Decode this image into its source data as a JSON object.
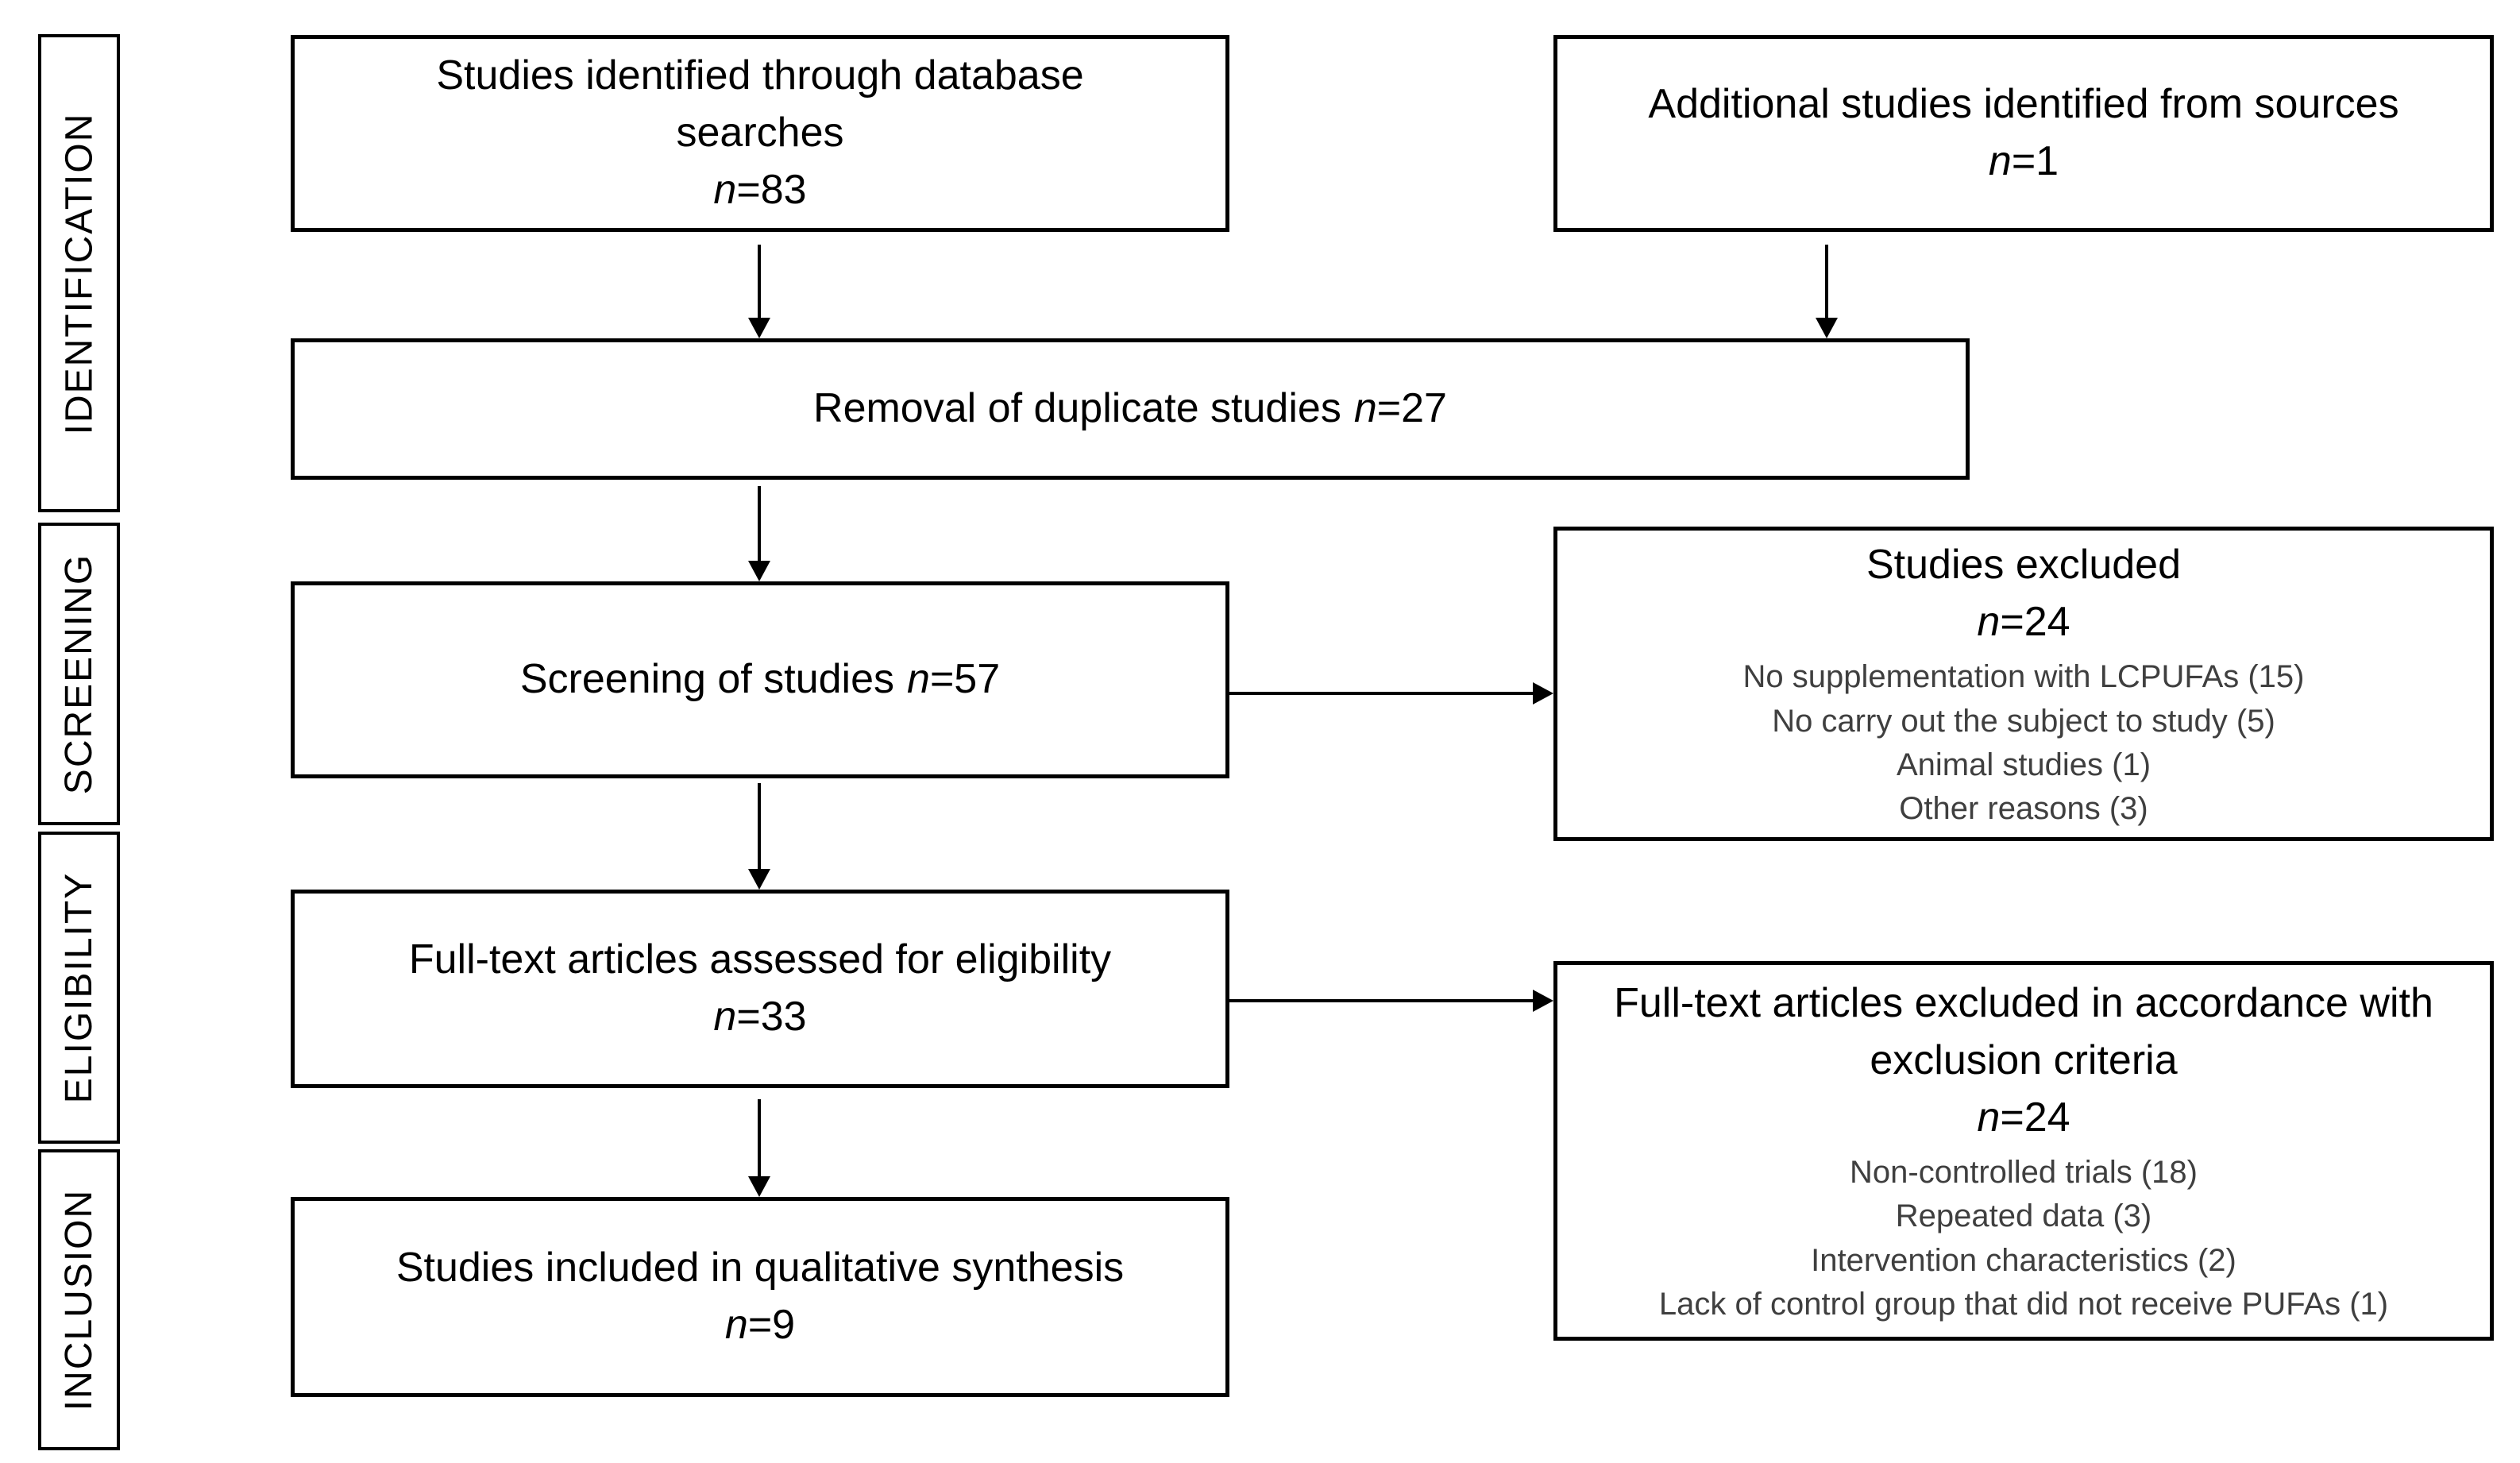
{
  "palette": {
    "ink": "#000000",
    "paper": "#ffffff",
    "reason_text": "#3f3f3f"
  },
  "stages": [
    {
      "label": "IDENTIFICATION"
    },
    {
      "label": "SCREENING"
    },
    {
      "label": "ELIGIBILITY"
    },
    {
      "label": "INCLUSION"
    }
  ],
  "boxes": {
    "identified": {
      "title": "Studies identified through database searches",
      "count": "n=83"
    },
    "additional": {
      "title": "Additional studies identified from sources",
      "count": "n=1"
    },
    "duplicates": {
      "title": "Removal of duplicate studies",
      "count": "n=27"
    },
    "screening": {
      "title": "Screening of studies",
      "count": "n=57"
    },
    "excluded_screening": {
      "title": "Studies excluded",
      "count": "n=24",
      "reasons": [
        "No supplementation with LCPUFAs (15)",
        "No carry out the subject to study (5)",
        "Animal studies (1)",
        "Other reasons (3)"
      ]
    },
    "fulltext": {
      "title": "Full-text articles assessed for eligibility",
      "count": "n=33"
    },
    "excluded_fulltext": {
      "title": "Full-text articles excluded in accordance with exclusion criteria",
      "count": "n=24",
      "reasons": [
        "Non-controlled trials (18)",
        "Repeated data (3)",
        "Intervention  characteristics (2)",
        "Lack of control group that did not receive PUFAs (1)"
      ]
    },
    "included": {
      "title": "Studies included in qualitative synthesis",
      "count": "n=9"
    }
  }
}
